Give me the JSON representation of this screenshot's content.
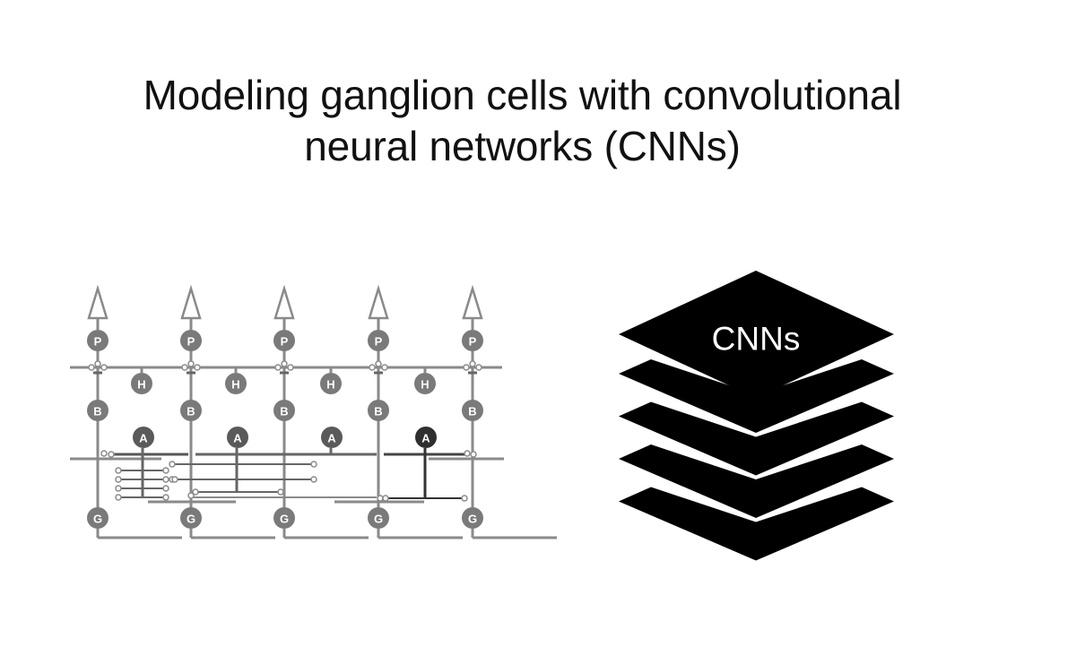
{
  "slide": {
    "title_lines": [
      "Modeling ganglion cells with convolutional",
      "neural networks (CNNs)"
    ]
  },
  "retina_diagram": {
    "description": "Schematic of retinal circuitry",
    "cell_types": {
      "photoreceptor": {
        "label": "P",
        "count": 5
      },
      "horizontal": {
        "label": "H",
        "count": 4
      },
      "bipolar": {
        "label": "B",
        "count": 5
      },
      "amacrine": {
        "label": "A",
        "count": 4
      },
      "ganglion": {
        "label": "G",
        "count": 5
      }
    },
    "colors": {
      "cell": "#7a7a7a",
      "amacrine": "#5a5a5a",
      "amacrine_dark": "#2f2f2f",
      "wire": "#8a8a8a",
      "wire_dark": "#555555"
    }
  },
  "cnn_stack": {
    "label": "CNNs",
    "layers": 5,
    "color": "#000000"
  }
}
